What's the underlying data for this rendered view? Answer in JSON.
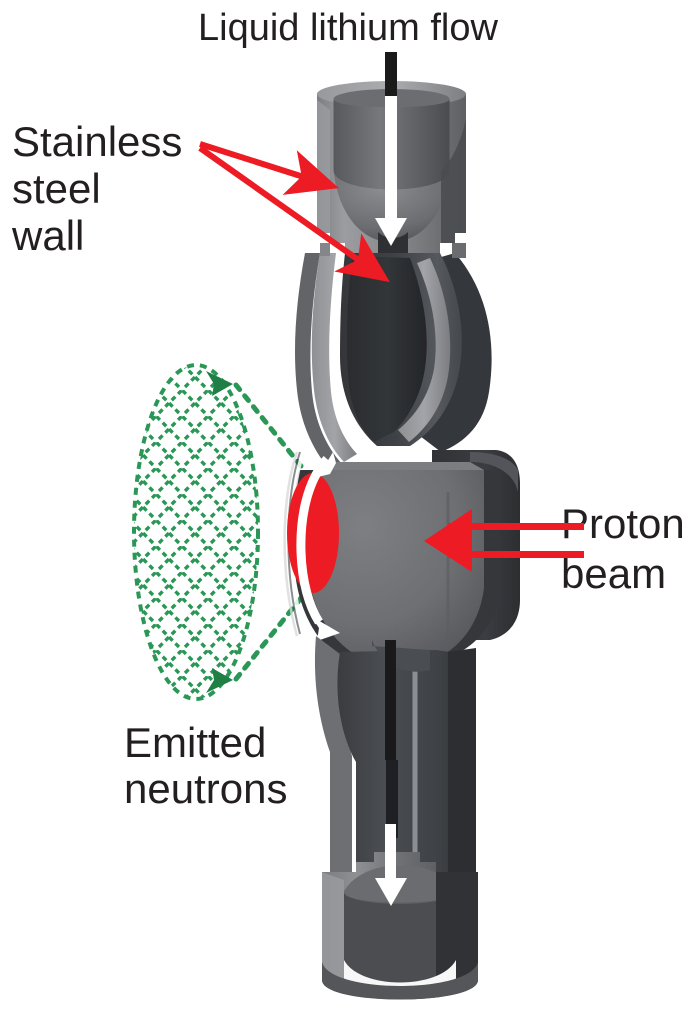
{
  "figure": {
    "title": "Liquid lithium target assembly cutaway",
    "background_color": "#ffffff"
  },
  "labels": {
    "liquid_lithium_flow": "Liquid lithium flow",
    "stainless_steel_wall_line1": "Stainless",
    "stainless_steel_wall_line2": "steel",
    "stainless_steel_wall_line3": "wall",
    "proton_beam_line1": "Proton",
    "proton_beam_line2": "beam",
    "emitted_neutrons_line1": "Emitted",
    "emitted_neutrons_line2": "neutrons"
  },
  "colors": {
    "text": "#231f20",
    "annotation_red": "#ed1c24",
    "target_spot_red": "#ed1c24",
    "neutron_green": "#2b9757",
    "flow_arrow_white": "#ffffff",
    "flow_shaft_black": "#1a1a1a",
    "metal_light": "#8d8d90",
    "metal_mid": "#6f7174",
    "metal_dark": "#3a3c3f",
    "metal_darkest": "#2b2d30",
    "metal_highlight": "#9fa1a4"
  },
  "annotations": {
    "stainless_arrow_count": 2,
    "proton_arrow_count": 1,
    "neutron_cone_lines": 2,
    "neutron_field_shape": "hatched-ellipse",
    "flow_direction": "downward",
    "proton_direction": "leftward"
  },
  "icons": {
    "flow_arrow": "down-arrow-icon",
    "proton_arrow": "left-arrow-icon",
    "neutron_arrow": "double-ended-arrow-icon",
    "pointer_arrow": "leader-arrow-icon",
    "swirl_arrow": "curved-flow-arrow-icon"
  }
}
